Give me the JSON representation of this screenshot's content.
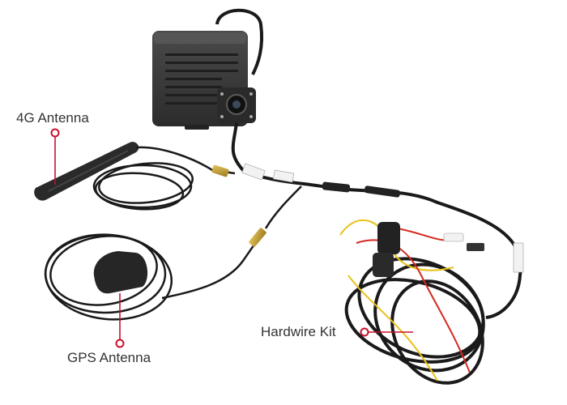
{
  "callouts": {
    "antenna_4g": "4G Antenna",
    "gps_antenna": "GPS Antenna",
    "hardwire_kit": "Hardwire Kit"
  },
  "colors": {
    "callout_line": "#c8102e",
    "cable": "#1a1a1a",
    "camera_body": "#3b3b3b",
    "connector_gold": "#c9a33a",
    "wire_red": "#d42a20",
    "wire_yellow": "#e8c21a"
  }
}
